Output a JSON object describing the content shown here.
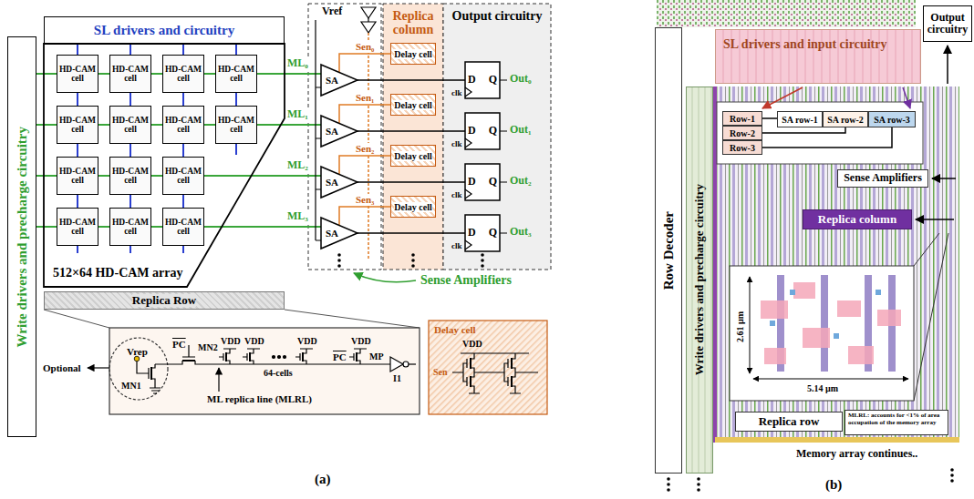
{
  "diagram": {
    "nodes": [
      {
        "text": [
          "SL drivers and circuitry"
        ]
      },
      {
        "text": [
          "Write drivers and precharge circuitry"
        ]
      },
      {
        "text": [
          "512×64 HD-CAM array"
        ]
      },
      {
        "text": [
          "HD-CAM cell"
        ],
        "in": 2
      },
      {
        "text": [
          "HD-CAM cell"
        ],
        "in": 2
      },
      {
        "text": [
          "HD-CAM cell"
        ],
        "in": 2
      },
      {
        "text": [
          "HD-CAM cell"
        ],
        "in": 2
      },
      {
        "text": [
          "HD-CAM cell"
        ],
        "in": 2
      },
      {
        "text": [
          "HD-CAM cell"
        ],
        "in": 2
      },
      {
        "text": [
          "HD-CAM cell"
        ],
        "in": 2
      },
      {
        "text": [
          "HD-CAM cell"
        ],
        "in": 2
      },
      {
        "text": [
          "HD-CAM cell"
        ],
        "in": 2
      },
      {
        "text": [
          "HD-CAM cell"
        ],
        "in": 2
      },
      {
        "text": [
          "HD-CAM cell"
        ],
        "in": 2
      },
      {
        "text": [
          "HD-CAM cell"
        ],
        "in": 2
      },
      {
        "text": [
          "HD-CAM cell"
        ],
        "in": 2
      },
      {
        "text": [
          "HD-CAM cell"
        ],
        "in": 2
      },
      {
        "text": [
          "Replica Row"
        ]
      },
      {
        "text": [
          "SA"
        ]
      },
      {
        "text": [
          "SA"
        ]
      },
      {
        "text": [
          "SA"
        ]
      },
      {
        "text": [
          "SA"
        ]
      },
      {
        "text": [
          "Replica column"
        ]
      },
      {
        "text": [
          "Delay cell"
        ],
        "in": 22
      },
      {
        "text": [
          "Delay cell"
        ],
        "in": 22
      },
      {
        "text": [
          "Delay cell"
        ],
        "in": 22
      },
      {
        "text": [
          "Delay cell"
        ],
        "in": 22
      },
      {
        "text": [
          "Output circuitry"
        ]
      },
      {
        "text": [
          "D",
          "Q"
        ],
        "in": 27
      },
      {
        "text": [
          "D",
          "Q"
        ],
        "in": 27
      },
      {
        "text": [
          "D",
          "Q"
        ],
        "in": 27
      },
      {
        "text": [
          "D",
          "Q"
        ],
        "in": 27
      },
      {
        "text": [
          "Delay cell"
        ]
      },
      {
        "text": [
          "SL drivers and input circuitry"
        ]
      },
      {
        "text": [
          "Output circuitry"
        ]
      },
      {
        "text": [
          "Row Decoder"
        ]
      },
      {
        "text": [
          "Write drivers and precharge circuitry"
        ]
      },
      {
        "text": [
          "Row-1"
        ]
      },
      {
        "text": [
          "Row-2"
        ]
      },
      {
        "text": [
          "Row-3"
        ]
      },
      {
        "text": [
          "SA row-1"
        ]
      },
      {
        "text": [
          "SA row-2"
        ]
      },
      {
        "text": [
          "SA row-3"
        ]
      },
      {
        "text": [
          "Sense Amplifiers"
        ]
      },
      {
        "text": [
          "Replica column"
        ]
      },
      {
        "text": [
          "Replica row"
        ]
      },
      {
        "text": [
          "MLRL: accounts for <1% of area occupation of the memory array"
        ]
      }
    ],
    "edges": [
      {
        "from": 23,
        "to": 18,
        "arrow": "none",
        "label": "Sen₀"
      },
      {
        "from": 24,
        "to": 19,
        "arrow": "none",
        "label": "Sen₁"
      },
      {
        "from": 25,
        "to": 20,
        "arrow": "none",
        "label": "Sen₂"
      },
      {
        "from": 26,
        "to": 21,
        "arrow": "none",
        "label": "Sen₃"
      },
      {
        "from": 18,
        "to": 28,
        "arrow": "none"
      },
      {
        "from": 19,
        "to": 29,
        "arrow": "none"
      },
      {
        "from": 20,
        "to": 30,
        "arrow": "none"
      },
      {
        "from": 21,
        "to": 31,
        "arrow": "none"
      },
      {
        "from": 37,
        "to": 40,
        "arrow": "none"
      },
      {
        "from": 38,
        "to": 41,
        "arrow": "none"
      },
      {
        "from": 39,
        "to": 42,
        "arrow": "none"
      }
    ],
    "labels": [
      "Vref",
      "ML₀",
      "ML₁",
      "ML₂",
      "ML₃",
      "clk",
      "clk",
      "clk",
      "clk",
      "Out₀",
      "Out₁",
      "Out₂",
      "Out₃",
      "Sense Amplifiers",
      "Optional",
      "Vrep",
      "MN1",
      "MN2",
      "PC",
      "VDD",
      "VDD",
      "VDD",
      "VDD",
      "64-cells",
      "PC",
      "MP",
      "I1",
      "ML replica line (MLRL)",
      "VDD",
      "Sen",
      "(a)",
      "2.61 µm",
      "5.14 µm",
      "Memory array continues..",
      "(b)"
    ]
  }
}
